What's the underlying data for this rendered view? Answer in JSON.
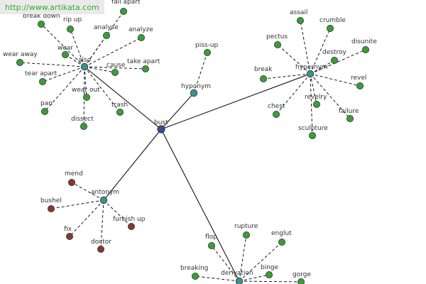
{
  "watermark": {
    "text": "http://www.artikata.com"
  },
  "colors": {
    "center": "#3a4a8c",
    "relation": "#3f8f8f",
    "leaf_green": "#3e9a3e",
    "leaf_red": "#8a3535",
    "line": "#000000",
    "text": "#333333"
  },
  "graph": {
    "center": {
      "id": "bust",
      "label": "bust"
    },
    "relations": [
      {
        "id": "also",
        "label": "also",
        "children": [
          "break down",
          "rip up",
          "fall apart",
          "analyse",
          "analyze",
          "wear",
          "wear away",
          "tear apart",
          "wear out",
          "pan",
          "dissect",
          "trash",
          "cause",
          "take apart"
        ]
      },
      {
        "id": "hyponym",
        "label": "hyponym",
        "children": [
          "piss-up"
        ]
      },
      {
        "id": "hypernym",
        "label": "hypernym",
        "children": [
          "assail",
          "crumble",
          "pectus",
          "disunite",
          "destroy",
          "break",
          "revel",
          "chest",
          "revelry",
          "failure",
          "sculpture"
        ]
      },
      {
        "id": "antonym",
        "label": "antonym",
        "children": [
          "mend",
          "bushel",
          "furbish up",
          "fix",
          "doctor"
        ]
      },
      {
        "id": "derivation",
        "label": "derivation",
        "children": [
          "flop",
          "rupture",
          "englut",
          "breaking",
          "binge",
          "gorge"
        ]
      }
    ]
  }
}
